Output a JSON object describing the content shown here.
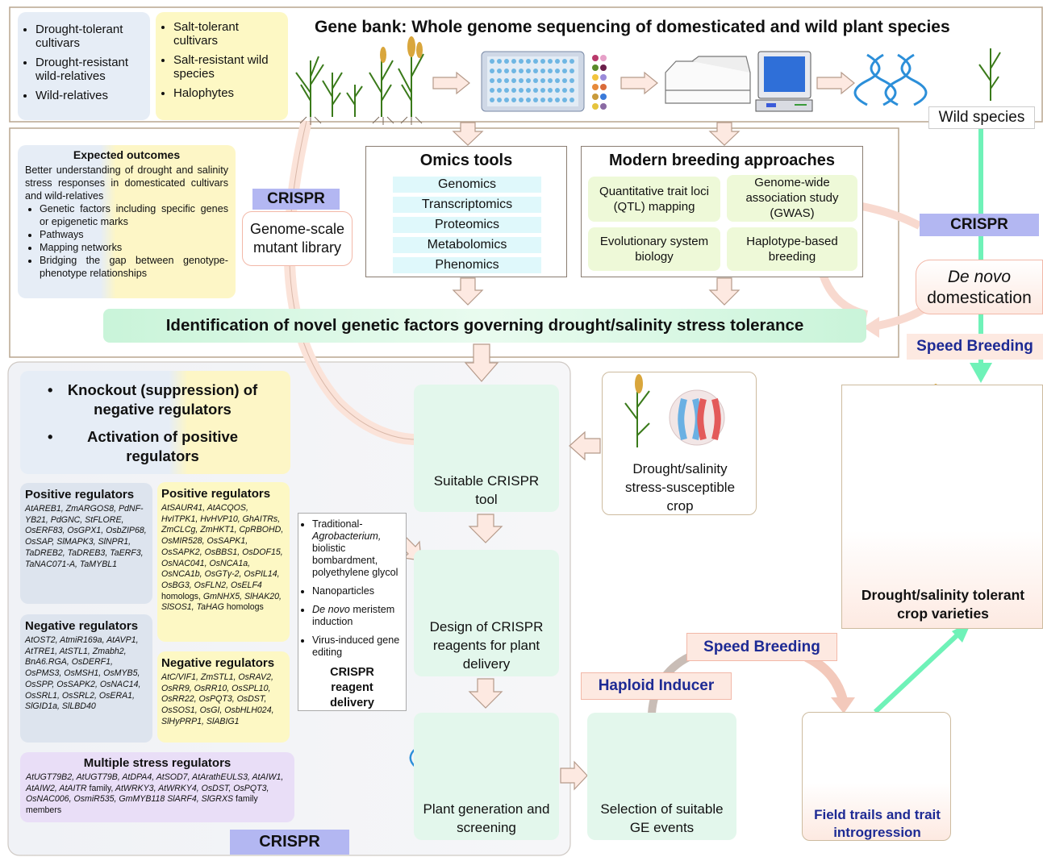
{
  "header": {
    "title": "Gene bank: Whole genome sequencing of domesticated and wild plant species",
    "wild_species": "Wild species"
  },
  "drought_box": {
    "items": [
      "Drought-tolerant cultivars",
      "Drought-resistant wild-relatives",
      "Wild-relatives"
    ]
  },
  "salt_box": {
    "items": [
      "Salt-tolerant cultivars",
      "Salt-resistant wild species",
      "Halophytes"
    ]
  },
  "expected_outcomes": {
    "title": "Expected outcomes",
    "intro": "Better understanding of drought and salinity stress responses in domesticated cultivars and wild-relatives",
    "items": [
      "Genetic factors including specific genes or epigenetic marks",
      "Pathways",
      "Mapping networks",
      "Bridging the gap between genotype-phenotype relationships"
    ]
  },
  "crispr_labels": {
    "top_left": "CRISPR",
    "top_right": "CRISPR",
    "bottom": "CRISPR"
  },
  "mutant_library": "Genome-scale mutant library",
  "omics": {
    "title": "Omics tools",
    "items": [
      "Genomics",
      "Transcriptomics",
      "Proteomics",
      "Metabolomics",
      "Phenomics"
    ]
  },
  "breeding": {
    "title": "Modern breeding approaches",
    "qtl": "Quantitative trait loci (QTL) mapping",
    "gwas": "Genome-wide association study (GWAS)",
    "evo": "Evolutionary system biology",
    "haplo": "Haplotype-based breeding"
  },
  "de_novo": {
    "line1": "De novo",
    "line2": "domestication"
  },
  "speed_breeding": {
    "right": "Speed Breeding",
    "bottom": "Speed Breeding"
  },
  "identification": "Identification of novel genetic factors governing drought/salinity stress tolerance",
  "strategy": {
    "item1": "Knockout (suppression) of negative regulators",
    "item2": "Activation of positive regulators"
  },
  "positive_left": {
    "title": "Positive regulators",
    "genes": "AtAREB1, ZmARGOS8, PdNF-YB21, PdGNC, StFLORE, OsERF83, OsGPX1, OsbZIP68, OsSAP, SlMAPK3, SlNPR1, TaDREB2, TaDREB3, TaERF3, TaNAC071-A, TaMYBL1"
  },
  "negative_left": {
    "title": "Negative regulators",
    "genes": "AtOST2, AtmiR169a, AtAVP1, AtTRE1, AtSTL1, Zmabh2, BnA6.RGA, OsDERF1, OsPMS3, OsMSH1, OsMYB5, OsSPP, OsSAPK2, OsNAC14, OsSRL1, OsSRL2, OsERA1, SlGID1a, SlLBD40"
  },
  "positive_right": {
    "title": "Positive regulators",
    "genes": "AtSAUR41, AtACQOS, HvITPK1, HvHVP10, GhAITRs, ZmCLCg, ZmHKT1, CpRBOHD, OsMIR528, OsSAPK1, OsSAPK2, OsBBS1, OsDOF15, OsNAC041, OsNCA1a, OsNCA1b, OsGTγ-2, OsPIL14, OsBG3, OsFLN2, OsELF4",
    "genes_tail": "homologs,",
    "genes2": "GmNHX5, SlHAK20, SlSOS1, TaHAG",
    "genes2_tail": "homologs"
  },
  "negative_right": {
    "title": "Negative regulators",
    "genes": "AtC/VIF1, ZmSTL1, OsRAV2, OsRR9, OsRR10, OsSPL10, OsRR22, OsPQT3, OsDST, OsSOS1, OsGI, OsbHLH024, SlHyPRP1, SlABIG1"
  },
  "multiple": {
    "title": "Multiple stress regulators",
    "genes": "AtUGT79B2, AtUGT79B, AtDPA4, AtSOD7, AtArathEULS3, AtAIW1, AtAIW2, AtAITR",
    "family1": "family,",
    "genes2": "AtWRKY3, AtWRKY4, OsDST, OsPQT3, OsNAC006, OsmiR535, GmMYB118 SlARF4, SlGRXS",
    "family2": "family members"
  },
  "delivery": {
    "items": [
      "Traditional-Agrobacterium, biolistic bombardment, polyethylene glycol",
      "Nanoparticles",
      "De novo meristem induction",
      "Virus-induced gene editing"
    ],
    "item1_a": "Traditional-",
    "item1_b": "Agrobacterium,",
    "item1_c": "biolistic bombardment, polyethylene glycol",
    "item3_a": "De novo",
    "item3_b": "meristem induction",
    "title": "CRISPR reagent delivery"
  },
  "flow": {
    "suitable_tool": "Suitable CRISPR tool",
    "design": "Design of CRISPR reagents for plant delivery",
    "generation": "Plant generation and screening",
    "selection": "Selection of suitable GE events",
    "haploid": "Haploid Inducer",
    "field": "Field trails and trait introgression",
    "susceptible": "Drought/salinity stress-susceptible crop",
    "tolerant": "Drought/salinity tolerant crop varieties"
  },
  "colors": {
    "blue_panel": "#e6edf6",
    "yellow_panel": "#fdf8c4",
    "green_box": "#e3f7ec",
    "lavender": "#b3b7f2",
    "pink_border": "#f2b8a8",
    "arrow_fill": "#fde9e1",
    "arrow_stroke": "#b59a8a",
    "teal": "#6ff2b8",
    "navy": "#1d2a94"
  }
}
